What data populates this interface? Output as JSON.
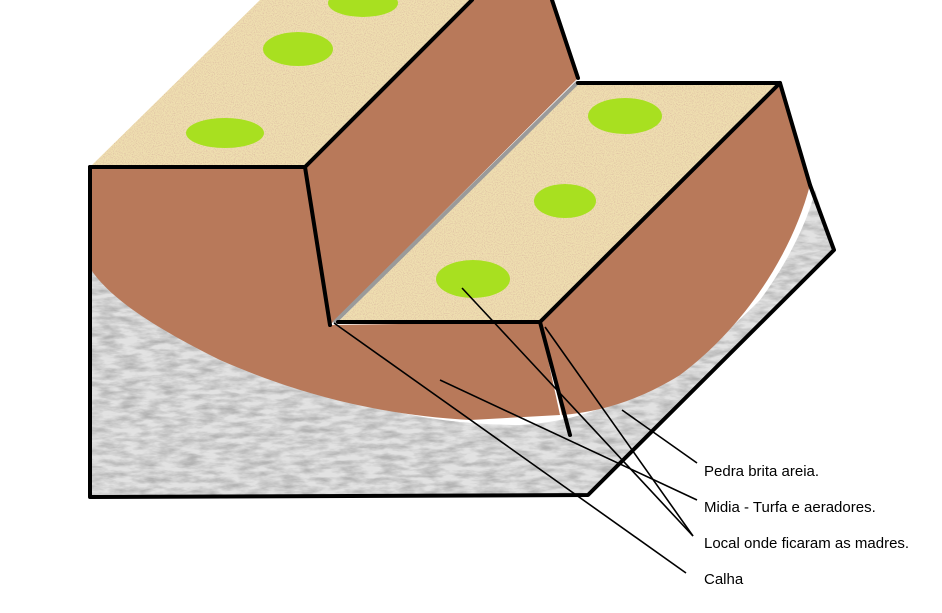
{
  "labels": {
    "gravel": "Pedra brita areia.",
    "media": "Midia - Turfa e aeradores.",
    "mother_plants": "Local onde ficaram as madres.",
    "gutter": "Calha"
  },
  "colors": {
    "soil": "#b8795a",
    "sand": "#efdfb0",
    "sand_speckle": "#c08a66",
    "gravel": "#e2e2e2",
    "gravel_dark": "#9a9a9a",
    "plant_spot": "#a8e020",
    "outline": "#000000",
    "gutter_line": "#9a9a9a"
  }
}
